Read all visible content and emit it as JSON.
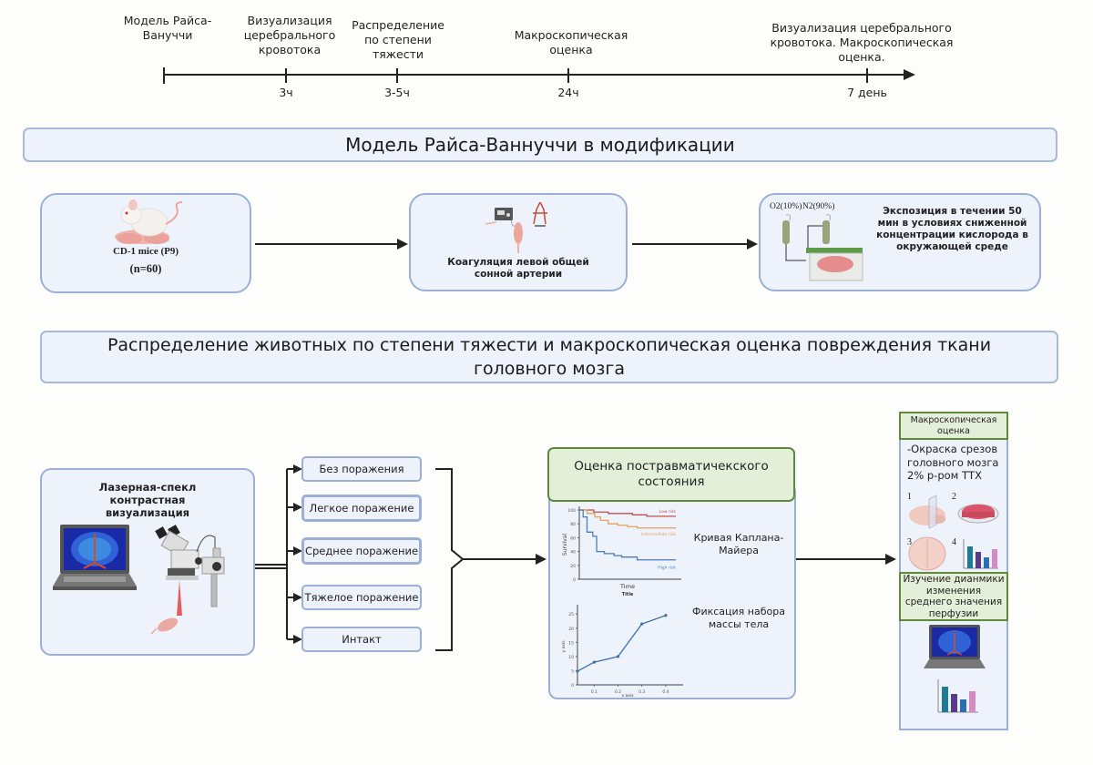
{
  "timeline": {
    "events": [
      {
        "label": "Модель Райса-\nВануччи",
        "time": ""
      },
      {
        "label": "Визуализация\nцеребрального\nкровотока",
        "time": "3ч"
      },
      {
        "label": "Распределение\nпо степени\nтяжести",
        "time": "3-5ч"
      },
      {
        "label": "Макроскопическая\nоценка",
        "time": "24ч"
      },
      {
        "label": "Визуализация церебрального\nкровотока. Макроскопическая\nоценка.",
        "time": "7 день"
      }
    ]
  },
  "section1": {
    "title": "Модель Райса-Ваннуччи в модификации",
    "steps": [
      {
        "title": "CD-1 mice (P9)",
        "subtitle": "(n=60)",
        "icon": "mouse-with-pups-icon"
      },
      {
        "title": "Коагуляция левой общей\nсонной артерии",
        "icon": "coagulation-device-icon"
      },
      {
        "title": "Экспозиция в течении 50\nмин в условиях сниженной\nконцентрации кислорода в\nокружающей среде",
        "icon": "hypoxia-chamber-icon",
        "gas_labels": [
          "O2(10%)",
          "N2(90%)"
        ]
      }
    ]
  },
  "section2": {
    "title": "Распределение животных по степени тяжести и макроскопическая оценка повреждения ткани\nголовного мозга",
    "imaging": {
      "title": "Лазерная-спекл\nконтрастная\nвизуализация",
      "icons": [
        "laptop-brain-perfusion-icon",
        "microscope-laser-icon",
        "mouse-pup-icon"
      ]
    },
    "severity_groups": [
      "Без поражения",
      "Легкое поражение",
      "Среднее поражение",
      "Тяжелое поражение",
      "Интакт"
    ],
    "assessment": {
      "title": "Оценка постравматичекского\nсостояния",
      "km_label": "Кривая Каплана-\nМайера",
      "weight_label": "Фиксация набора\nмассы тела"
    },
    "macro": {
      "header": "Макроскопическая\nоценка",
      "text": "-Окраска срезов\nголовного мозга\n2% р-ром ТТХ",
      "step_numbers": [
        "1",
        "2",
        "3",
        "4"
      ],
      "perfusion_header": "Изучение дианмики\nизменения\nсреднего значения\nперфузии"
    }
  },
  "chart_data": [
    {
      "type": "line",
      "title": "Title",
      "xlabel": "Time",
      "ylabel": "Survival",
      "ylim": [
        0,
        100
      ],
      "yticks": [
        0,
        20,
        40,
        60,
        80,
        100
      ],
      "step": true,
      "x_range": [
        0,
        10
      ],
      "series": [
        {
          "name": "Low risk",
          "color": "#c0504d",
          "x": [
            0,
            1.5,
            1.5,
            3,
            3,
            5.5,
            5.5,
            7,
            7,
            10
          ],
          "y": [
            100,
            100,
            97,
            97,
            95,
            95,
            93,
            93,
            91,
            91
          ]
        },
        {
          "name": "Intermediate risk",
          "color": "#e8a05c",
          "x": [
            0,
            0.8,
            0.8,
            1.6,
            1.6,
            2.2,
            2.2,
            3,
            3,
            4,
            4,
            5,
            5,
            6,
            6,
            10
          ],
          "y": [
            100,
            100,
            95,
            95,
            90,
            90,
            85,
            85,
            80,
            80,
            78,
            78,
            76,
            76,
            74,
            74
          ]
        },
        {
          "name": "High risk",
          "color": "#4a7fb5",
          "x": [
            0,
            0.4,
            0.4,
            0.8,
            0.8,
            1.4,
            1.4,
            1.8,
            1.8,
            2.6,
            2.6,
            3.6,
            3.6,
            4.4,
            4.4,
            6,
            6,
            10
          ],
          "y": [
            100,
            100,
            90,
            90,
            68,
            68,
            62,
            62,
            40,
            40,
            37,
            37,
            34,
            34,
            32,
            32,
            28,
            28
          ]
        }
      ]
    },
    {
      "type": "line",
      "title": "",
      "xlabel": "x axis",
      "ylabel": "y axis",
      "xlim": [
        0.03,
        0.45
      ],
      "ylim": [
        0,
        27
      ],
      "xticks": [
        0.1,
        0.2,
        0.3,
        0.4
      ],
      "yticks": [
        0,
        5,
        10,
        15,
        20,
        25
      ],
      "series": [
        {
          "name": "series",
          "color": "#3f6fa8",
          "x": [
            0.03,
            0.1,
            0.2,
            0.3,
            0.4
          ],
          "y": [
            4.8,
            8,
            10,
            21.5,
            24.5
          ]
        }
      ]
    }
  ]
}
